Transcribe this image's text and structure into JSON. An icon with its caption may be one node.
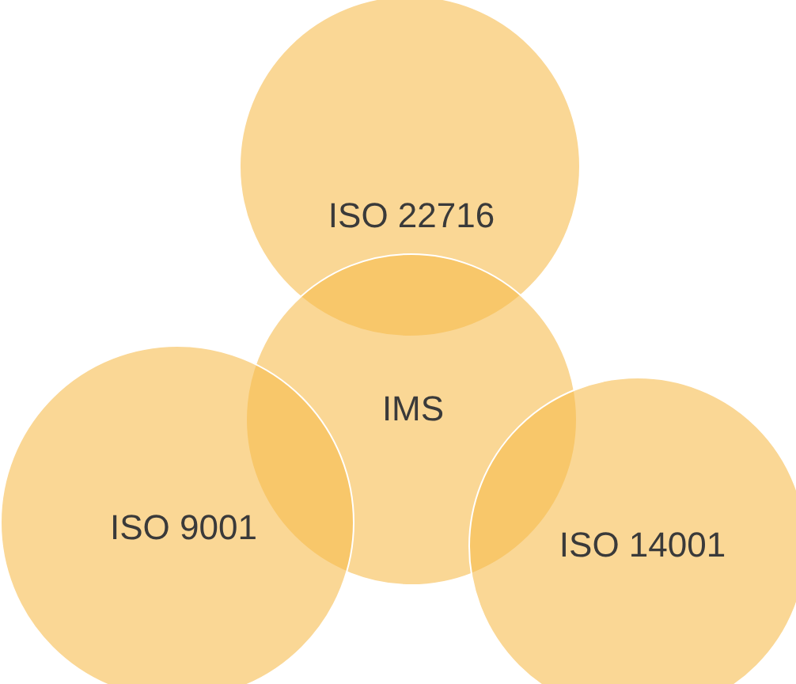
{
  "diagram": {
    "nodes": [
      {
        "text": [
          "ISO 22716"
        ]
      },
      {
        "text": [
          "IMS"
        ]
      },
      {
        "text": [
          "ISO 9001"
        ]
      },
      {
        "text": [
          "ISO 14001"
        ]
      }
    ]
  }
}
